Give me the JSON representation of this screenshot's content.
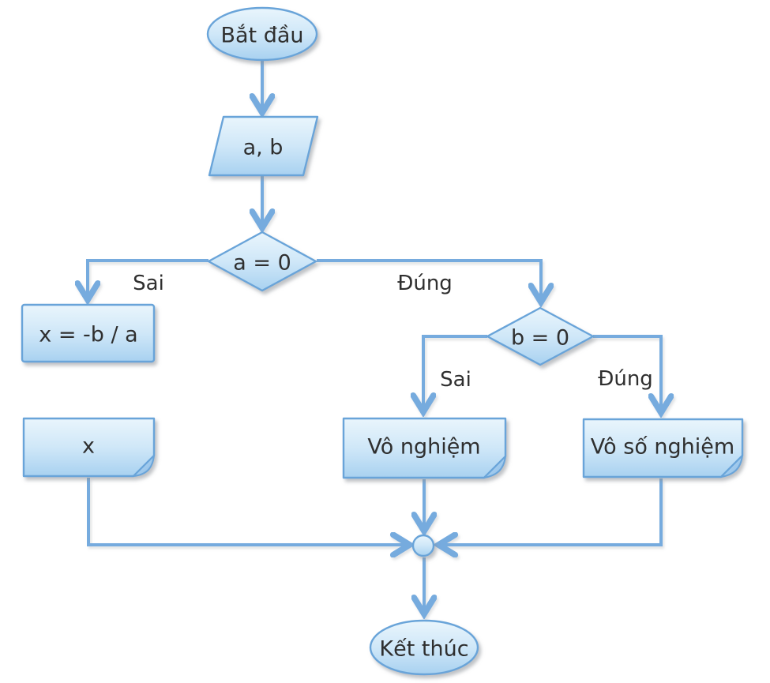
{
  "diagram": {
    "type": "flowchart",
    "nodes": {
      "start": {
        "label": "Bắt đầu",
        "shape": "terminator-ellipse"
      },
      "input_ab": {
        "label": "a, b",
        "shape": "data-parallelogram"
      },
      "decision_a": {
        "label": "a = 0",
        "shape": "decision-diamond"
      },
      "process_x": {
        "label": "x = -b / a",
        "shape": "process-rectangle"
      },
      "output_x": {
        "label": "x",
        "shape": "document"
      },
      "decision_b": {
        "label": "b = 0",
        "shape": "decision-diamond"
      },
      "output_none": {
        "label": "Vô nghiệm",
        "shape": "document"
      },
      "output_inf": {
        "label": "Vô số nghiệm",
        "shape": "document"
      },
      "merge": {
        "shape": "connector-circle"
      },
      "end": {
        "label": "Kết thúc",
        "shape": "terminator-ellipse"
      }
    },
    "edges": {
      "a_false": {
        "label": "Sai",
        "from": "decision_a",
        "to": "process_x"
      },
      "a_true": {
        "label": "Đúng",
        "from": "decision_a",
        "to": "decision_b"
      },
      "b_false": {
        "label": "Sai",
        "from": "decision_b",
        "to": "output_none"
      },
      "b_true": {
        "label": "Đúng",
        "from": "decision_b",
        "to": "output_inf"
      }
    },
    "colors": {
      "shape_fill_top": "#e9f5fc",
      "shape_fill_mid": "#cfe7f8",
      "shape_fill_bottom": "#a8d1f0",
      "fold_fill": "#8abbe7",
      "shape_border": "#69a4d9",
      "connector": "#76abde",
      "label_text": "#2f2f2f",
      "background": "#ffffff"
    }
  }
}
